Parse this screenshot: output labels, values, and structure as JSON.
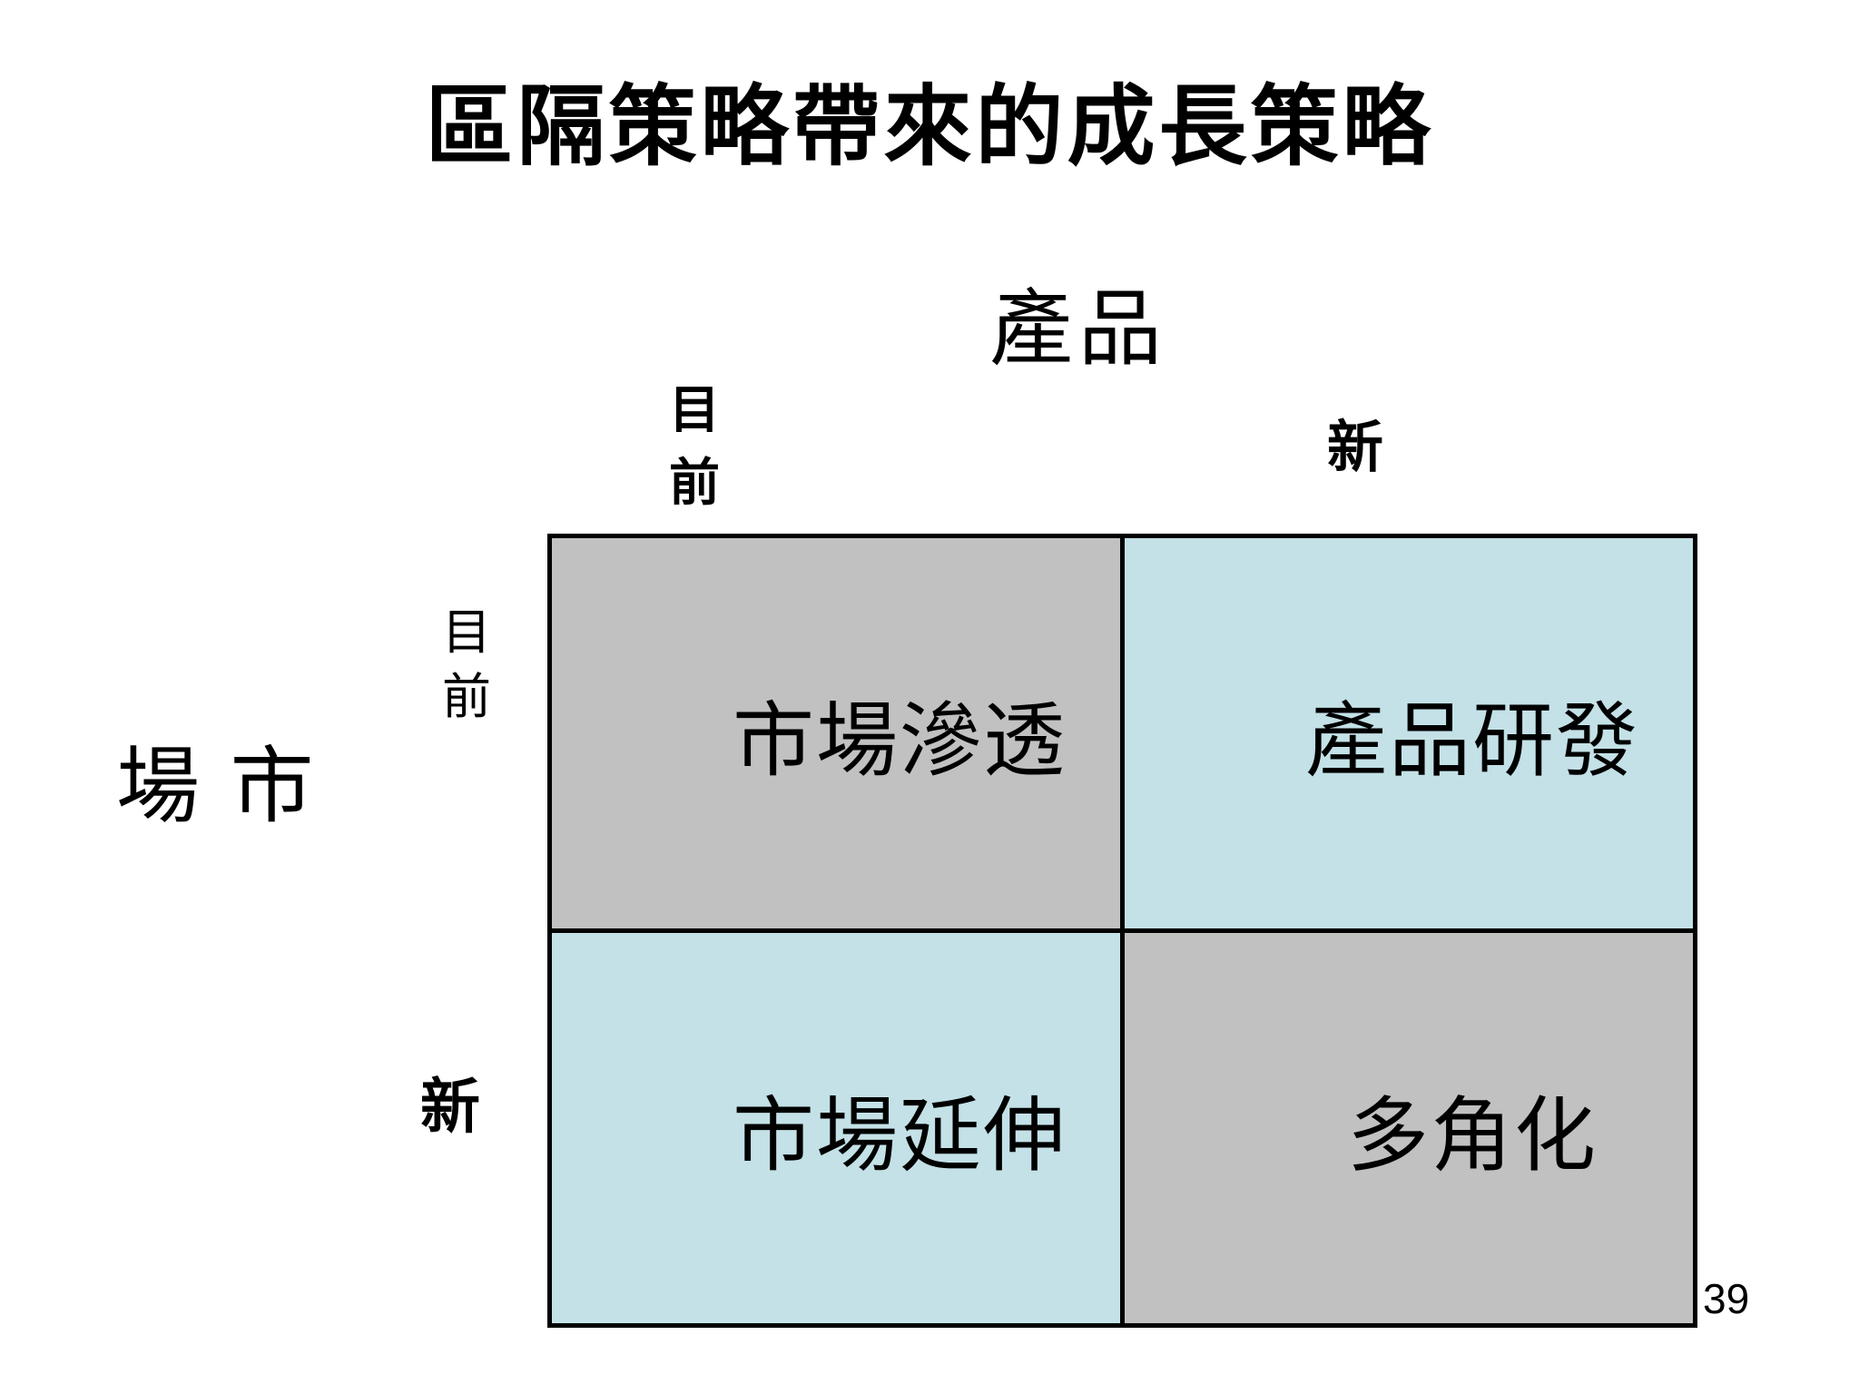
{
  "slide": {
    "title": "區隔策略帶來的成長策略",
    "page_number": "39"
  },
  "matrix": {
    "column_axis": {
      "label": "產品",
      "header_current": "目前",
      "header_new": "新"
    },
    "row_axis": {
      "label": "場 市",
      "header_current": "目前",
      "header_new": "新"
    },
    "quadrants": {
      "top_left": {
        "label": "市場滲透",
        "bg": "#c1c1c1"
      },
      "top_right": {
        "label": "產品研發",
        "bg": "#c3e1e7"
      },
      "bottom_left": {
        "label": "市場延伸",
        "bg": "#c3e1e7"
      },
      "bottom_right": {
        "label": "多角化",
        "bg": "#c1c1c1"
      }
    },
    "colors": {
      "cell_gray": "#c1c1c1",
      "cell_blue": "#c3e1e7",
      "border": "#000000"
    }
  }
}
